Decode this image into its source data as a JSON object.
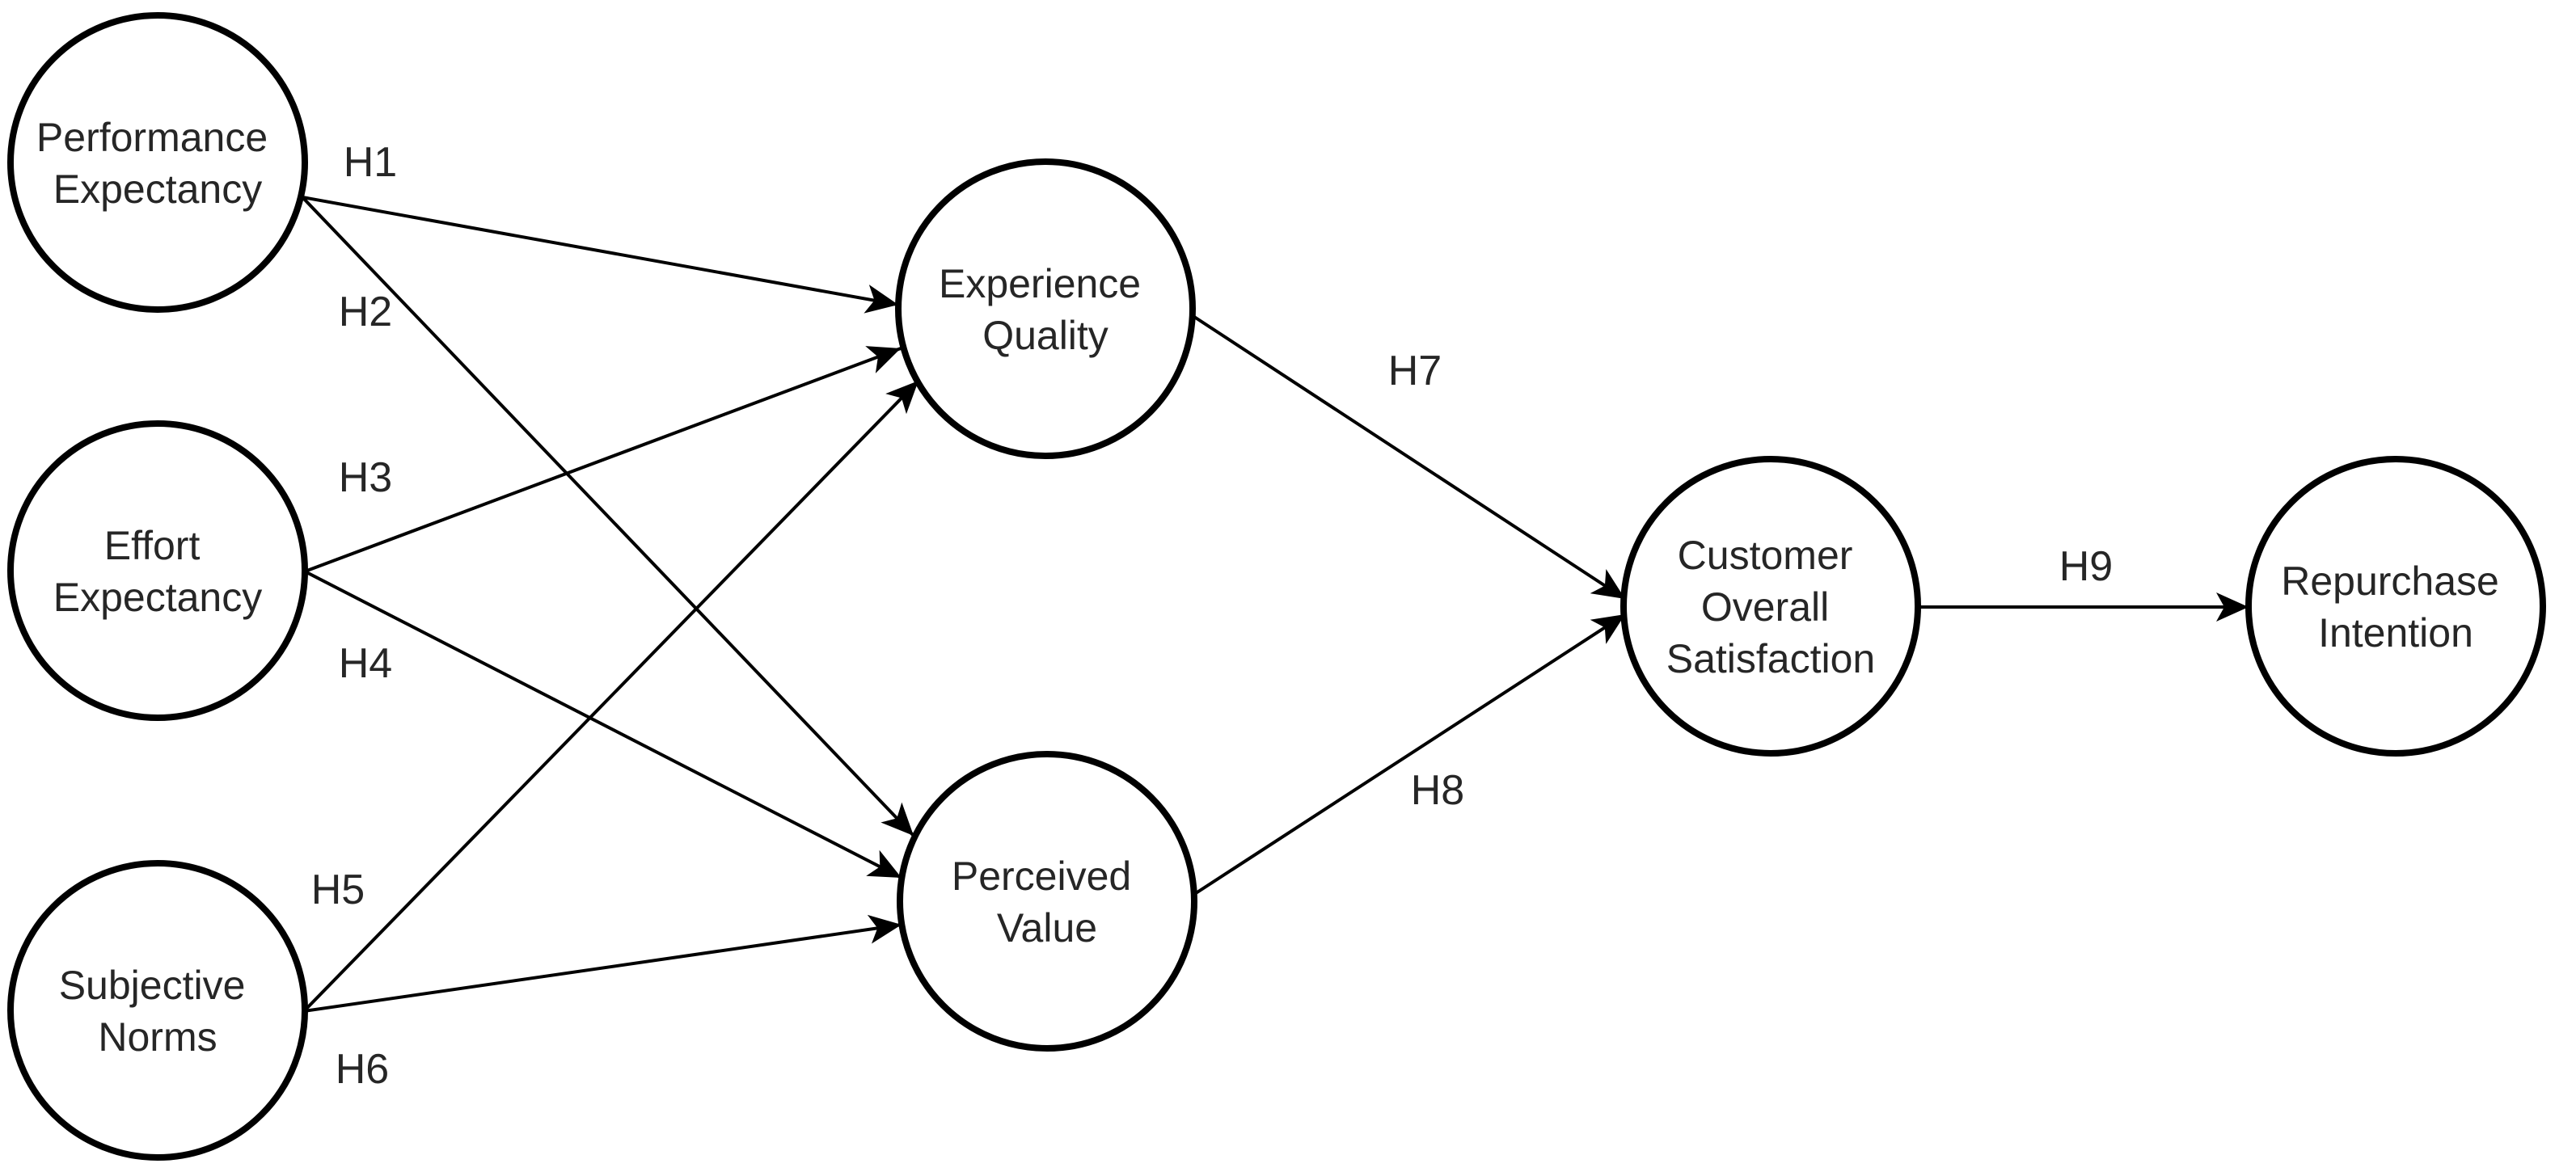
{
  "diagram": {
    "type": "path-model",
    "colors": {
      "background": "#ffffff",
      "node_fill": "#ffffff",
      "stroke": "#000000",
      "text": "#262626"
    },
    "nodes": [
      {
        "id": "performance-expectancy",
        "label": "Performance Expectancy",
        "lines": [
          "Performance",
          "Expectancy"
        ]
      },
      {
        "id": "effort-expectancy",
        "label": "Effort Expectancy",
        "lines": [
          "Effort",
          "Expectancy"
        ]
      },
      {
        "id": "subjective-norms",
        "label": "Subjective Norms",
        "lines": [
          "Subjective",
          "Norms"
        ]
      },
      {
        "id": "experience-quality",
        "label": "Experience Quality",
        "lines": [
          "Experience",
          "Quality"
        ]
      },
      {
        "id": "perceived-value",
        "label": "Perceived Value",
        "lines": [
          "Perceived",
          "Value"
        ]
      },
      {
        "id": "customer-overall-satisfaction",
        "label": "Customer Overall Satisfaction",
        "lines": [
          "Customer",
          "Overall",
          "Satisfaction"
        ]
      },
      {
        "id": "repurchase-intention",
        "label": "Repurchase Intention",
        "lines": [
          "Repurchase",
          "Intention"
        ]
      }
    ],
    "edges": [
      {
        "label": "H1",
        "from": "Performance Expectancy",
        "to": "Experience Quality"
      },
      {
        "label": "H2",
        "from": "Performance Expectancy",
        "to": "Perceived Value"
      },
      {
        "label": "H3",
        "from": "Effort Expectancy",
        "to": "Experience Quality"
      },
      {
        "label": "H4",
        "from": "Effort Expectancy",
        "to": "Perceived Value"
      },
      {
        "label": "H5",
        "from": "Subjective Norms",
        "to": "Experience Quality"
      },
      {
        "label": "H6",
        "from": "Subjective Norms",
        "to": "Perceived Value"
      },
      {
        "label": "H7",
        "from": "Experience Quality",
        "to": "Customer Overall Satisfaction"
      },
      {
        "label": "H8",
        "from": "Perceived Value",
        "to": "Customer Overall Satisfaction"
      },
      {
        "label": "H9",
        "from": "Customer Overall Satisfaction",
        "to": "Repurchase Intention"
      }
    ]
  }
}
